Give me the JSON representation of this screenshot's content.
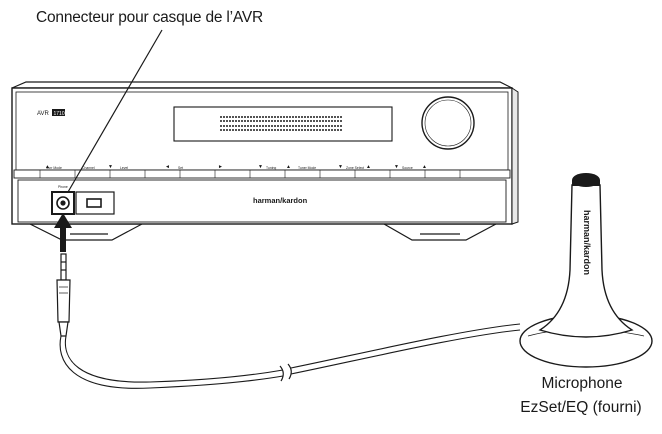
{
  "callout": {
    "label": "Connecteur pour casque de l’AVR"
  },
  "receiver": {
    "model_badge": "AVR 1710",
    "brand": "harman/kardon",
    "button_labels": [
      "Surr Mode",
      "Channel",
      "Level",
      "Set",
      "Tuning",
      "Tuner Mode",
      "Zone Select",
      "Source"
    ]
  },
  "microphone": {
    "brand": "harman/kardon",
    "label_line1": "Microphone",
    "label_line2": "EzSet/EQ (fourni)"
  },
  "colors": {
    "line": "#1a1a1a",
    "fill": "#ffffff",
    "shade": "#d9d9d9"
  }
}
